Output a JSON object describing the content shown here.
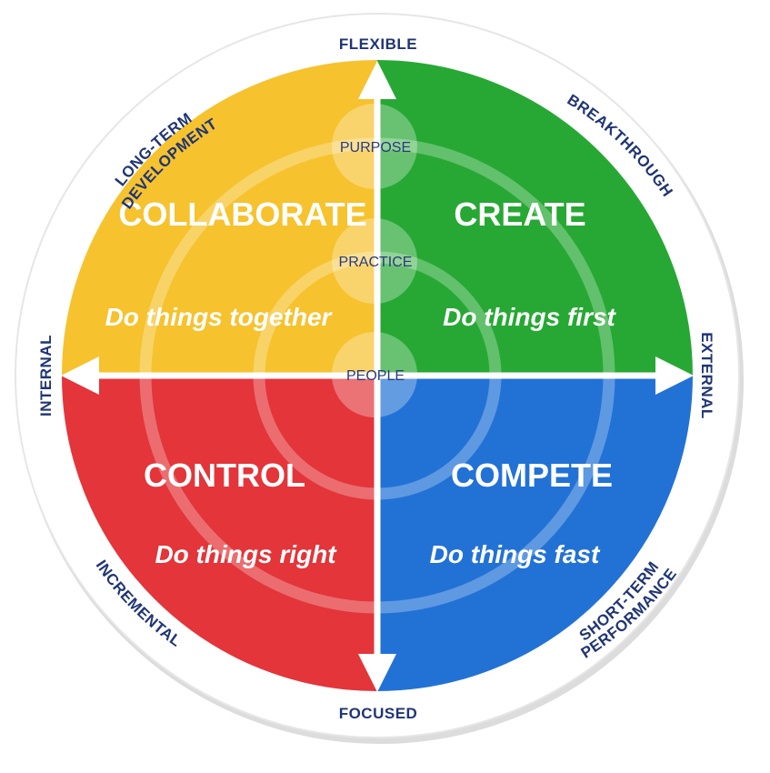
{
  "axes": {
    "top": "FLEXIBLE",
    "bottom": "FOCUSED",
    "left": "INTERNAL",
    "right": "EXTERNAL"
  },
  "diagonals": {
    "top_left": [
      "LONG-TERM",
      "DEVELOPMENT"
    ],
    "top_right": "BREAKTHROUGH",
    "bottom_left": "INCREMENTAL",
    "bottom_right": [
      "SHORT-TERM",
      "PERFORMANCE"
    ]
  },
  "quadrants": {
    "collaborate": {
      "title": "COLLABORATE",
      "subtitle": "Do things together",
      "color": "#f6c22e"
    },
    "create": {
      "title": "CREATE",
      "subtitle": "Do things first",
      "color": "#27a834"
    },
    "control": {
      "title": "CONTROL",
      "subtitle": "Do things right",
      "color": "#e3353a"
    },
    "compete": {
      "title": "COMPETE",
      "subtitle": "Do things fast",
      "color": "#2272d6"
    }
  },
  "rings": {
    "purpose": "PURPOSE",
    "practice": "PRACTICE",
    "people": "PEOPLE"
  },
  "colors": {
    "outer_label": "#1f3575",
    "ring_label": "#2a3a7a",
    "axis": "#ffffff"
  }
}
